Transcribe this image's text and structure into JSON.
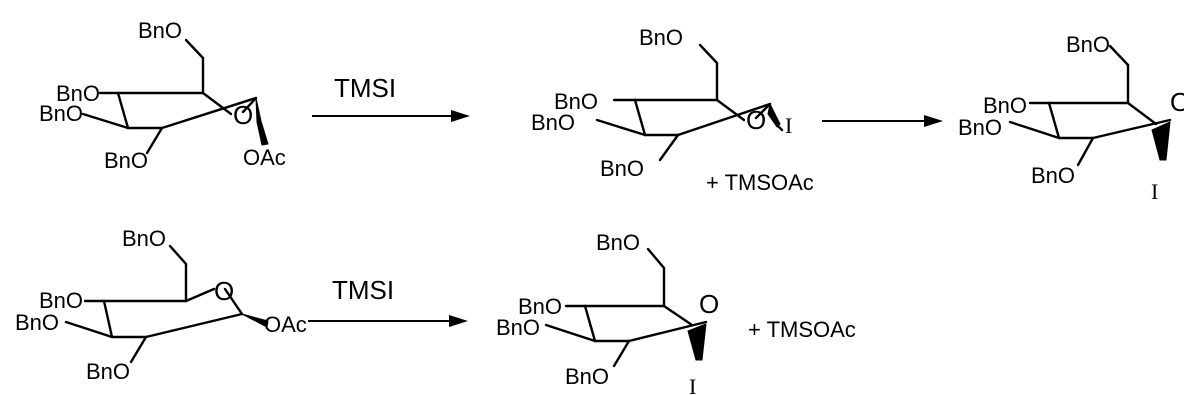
{
  "reagent": "TMSI",
  "groups": {
    "benzyloxy": "BnO",
    "acetoxy": "OAc",
    "ring_oxygen": "O",
    "iodo": "I"
  },
  "byproduct": "+ TMSOAc"
}
